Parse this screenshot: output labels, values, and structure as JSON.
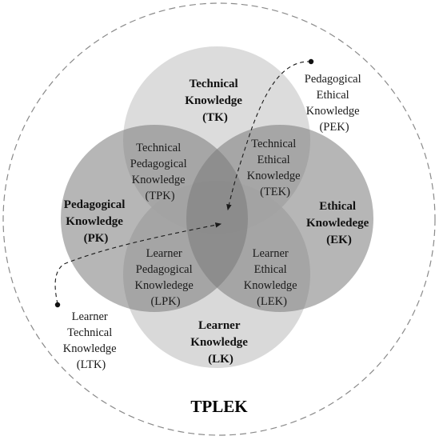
{
  "title": "TPLEK",
  "colors": {
    "outer_dashed": "#8a8a8a",
    "tk_circle": "#d6d6d6",
    "lk_circle": "#d2d2d2",
    "pk_circle": "#8f8f8f",
    "ek_circle": "#8f8f8f",
    "text": "#1a1a1a"
  },
  "circles": {
    "tk": [
      "Technical",
      "Knowledge",
      "(TK)"
    ],
    "pk": [
      "Pedagogical",
      "Knowledge",
      "(PK)"
    ],
    "ek": [
      "Ethical",
      "Knowledege",
      "(EK)"
    ],
    "lk": [
      "Learner",
      "Knowledge",
      "(LK)"
    ]
  },
  "intersections": {
    "tpk": [
      "Technical",
      "Pedagogical",
      "Knowledge",
      "(TPK)"
    ],
    "tek": [
      "Technical",
      "Ethical",
      "Knowledge",
      "(TEK)"
    ],
    "lpk": [
      "Learner",
      "Pedagogical",
      "Knowledege",
      "(LPK)"
    ],
    "lek": [
      "Learner",
      "Ethical",
      "Knowledge",
      "(LEK)"
    ]
  },
  "callouts": {
    "pek": [
      "Pedagogical",
      "Ethical",
      "Knowledge",
      "(PEK)"
    ],
    "ltk": [
      "Learner",
      "Technical",
      "Knowledge",
      "(LTK)"
    ]
  }
}
